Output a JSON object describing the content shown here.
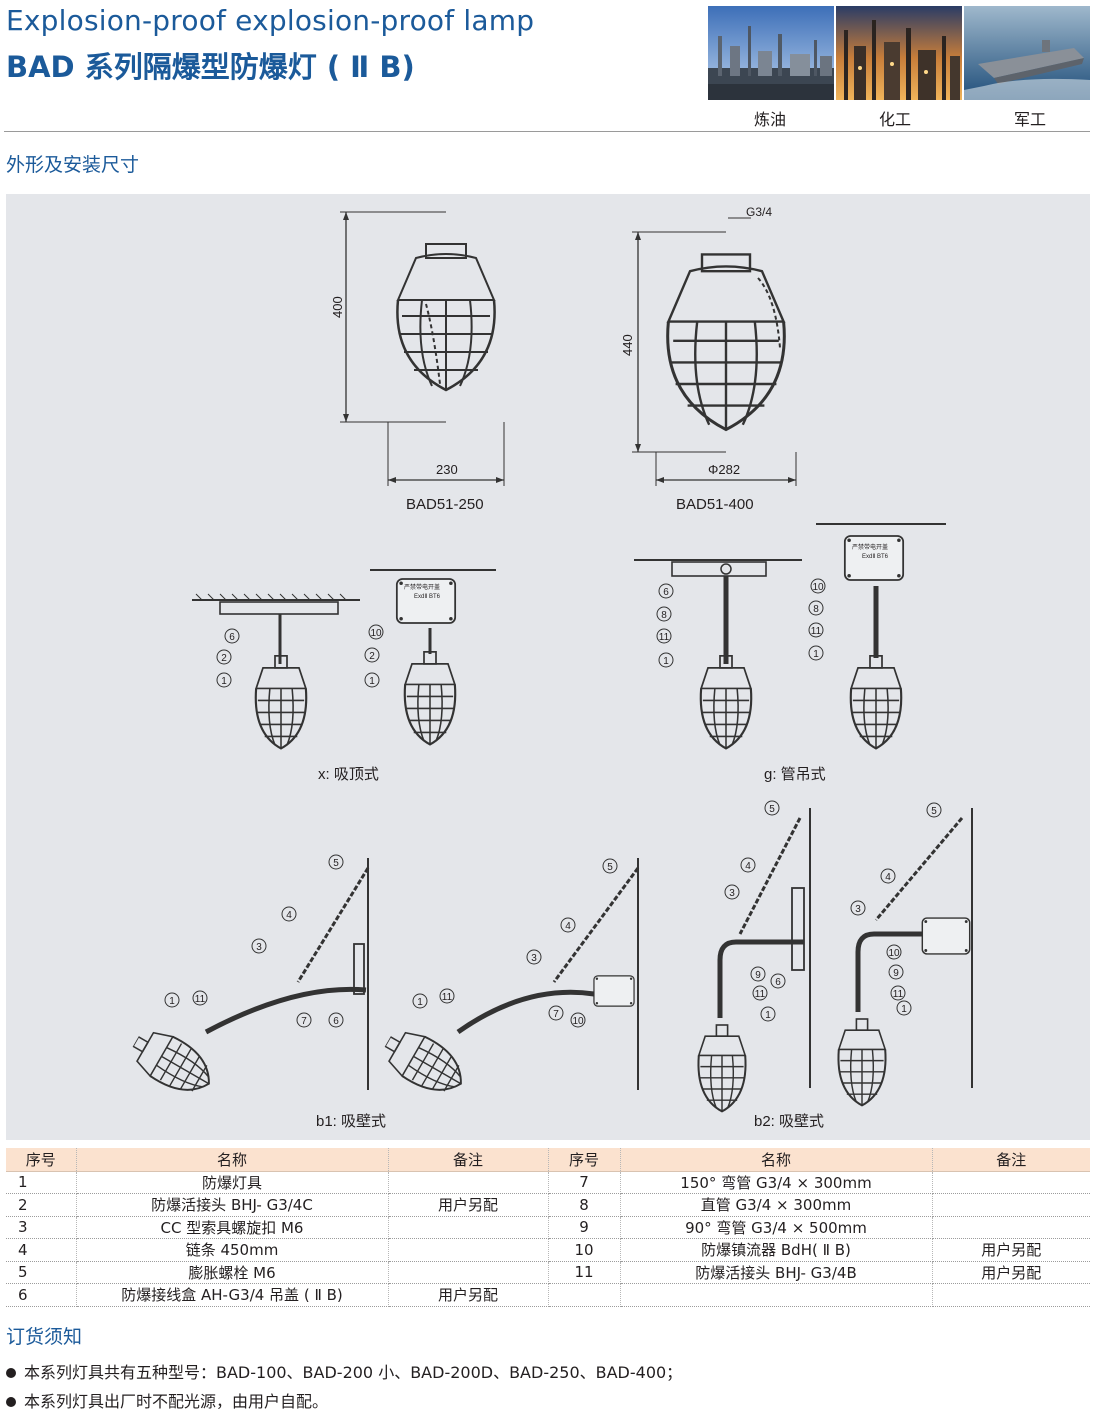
{
  "header": {
    "title_en": "Explosion-proof explosion-proof lamp",
    "title_cn": "BAD 系列隔爆型防爆灯 ( Ⅱ B)"
  },
  "photos": [
    {
      "label": "炼油",
      "icon": "refinery-photo"
    },
    {
      "label": "化工",
      "icon": "chemical-plant-photo"
    },
    {
      "label": "军工",
      "icon": "aircraft-carrier-photo"
    }
  ],
  "dimensions_section": {
    "heading": "外形及安装尺寸",
    "lamp_a": {
      "height": "400",
      "width": "230",
      "model": "BAD51-250"
    },
    "lamp_b": {
      "thread": "G3/4",
      "height": "440",
      "diameter": "Φ282",
      "model": "BAD51-400"
    },
    "junction_box_text": {
      "line1": "严禁带电开盖",
      "line2": "ExdⅡ BT6"
    },
    "install_captions": {
      "ceiling": "x: 吸顶式",
      "pipe": "g: 管吊式",
      "wall_b1": "b1: 吸壁式",
      "wall_b2": "b2: 吸壁式"
    },
    "callouts": {
      "ceiling_left": [
        "6",
        "2",
        "1"
      ],
      "ceiling_right": [
        "10",
        "2",
        "1"
      ],
      "pipe_left": [
        "6",
        "8",
        "11",
        "1"
      ],
      "pipe_right": [
        "10",
        "8",
        "11",
        "1"
      ],
      "b1_left": [
        "5",
        "4",
        "3",
        "1",
        "11",
        "7",
        "6"
      ],
      "b1_right": [
        "5",
        "4",
        "3",
        "1",
        "11",
        "7",
        "10"
      ],
      "b2_left": [
        "5",
        "4",
        "3",
        "9",
        "6",
        "11",
        "1"
      ],
      "b2_right": [
        "5",
        "4",
        "3",
        "10",
        "9",
        "11",
        "1"
      ]
    }
  },
  "parts_table": {
    "headers": [
      "序号",
      "名称",
      "备注",
      "序号",
      "名称",
      "备注"
    ],
    "rows": [
      [
        "1",
        "防爆灯具",
        "",
        "7",
        "150°  弯管 G3/4 × 300mm",
        ""
      ],
      [
        "2",
        "防爆活接头 BHJ- G3/4C",
        "用户另配",
        "8",
        "直管 G3/4 × 300mm",
        ""
      ],
      [
        "3",
        "CC 型索具螺旋扣 M6",
        "",
        "9",
        "90°  弯管 G3/4 × 500mm",
        ""
      ],
      [
        "4",
        "链条 450mm",
        "",
        "10",
        "防爆镇流器 BdH( Ⅱ B)",
        "用户另配"
      ],
      [
        "5",
        "膨胀螺栓 M6",
        "",
        "11",
        "防爆活接头 BHJ- G3/4B",
        "用户另配"
      ],
      [
        "6",
        "防爆接线盒 AH-G3/4 吊盖 ( Ⅱ B)",
        "用户另配",
        "",
        "",
        ""
      ]
    ]
  },
  "ordering": {
    "heading": "订货须知",
    "notes": [
      "本系列灯具共有五种型号：BAD-100、BAD-200 小、BAD-200D、BAD-250、BAD-400；",
      "本系列灯具出厂时不配光源，由用户自配。"
    ]
  }
}
